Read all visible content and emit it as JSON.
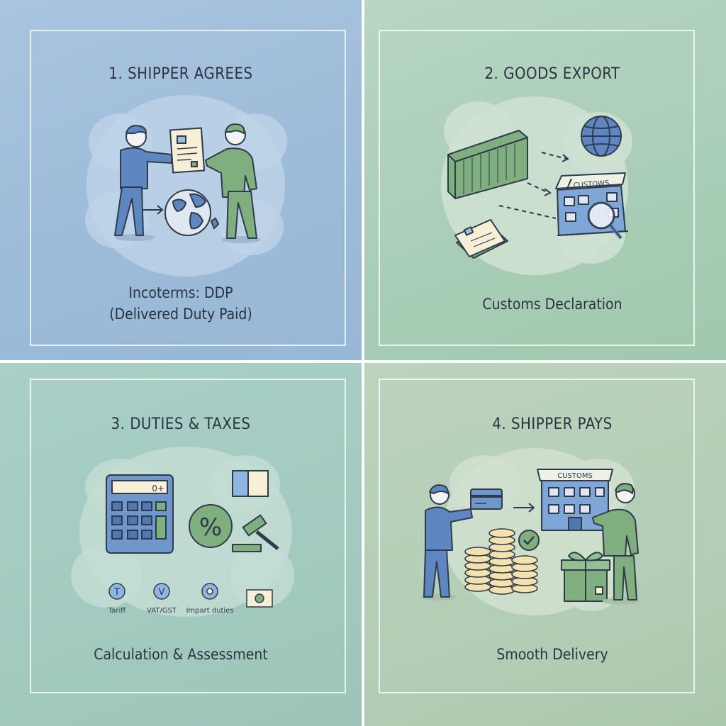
{
  "panels": [
    {
      "title": "1. SHIPPER AGREES",
      "caption_line1": "Incoterms: DDP",
      "caption_line2": "(Delivered Duty Paid)"
    },
    {
      "title": "2. GOODS EXPORT",
      "caption": "Customs Declaration",
      "building_sign": "CUSTOWS"
    },
    {
      "title": "3. DUTIES & TAXES",
      "caption": "Calculation & Assessment",
      "calculator_display": "0+",
      "percent_symbol": "%",
      "tax_items": [
        {
          "badge": "T",
          "label": "Tariff"
        },
        {
          "badge": "V",
          "label": "VAT/GST"
        },
        {
          "badge": "",
          "label": "Impart duties"
        }
      ]
    },
    {
      "title": "4. SHIPPER PAYS",
      "caption": "Smooth Delivery",
      "building_sign": "CUSTOMS"
    }
  ],
  "colors": {
    "blue_figure": "#5e87c2",
    "green_figure": "#7fae7f",
    "outline": "#2f3b4a",
    "paper": "#f7f0d6"
  }
}
